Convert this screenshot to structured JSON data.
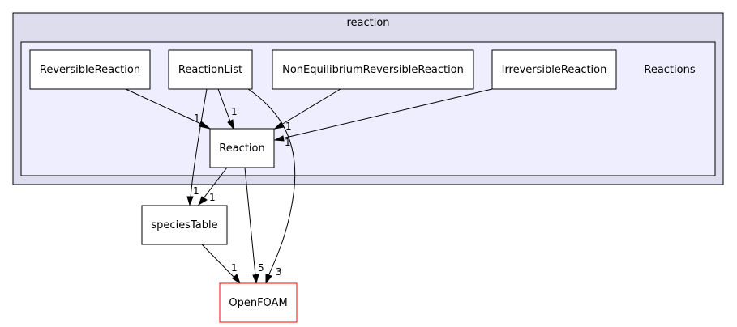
{
  "outer_cluster": {
    "label": "reaction",
    "fill": "#ddddee"
  },
  "inner_cluster": {
    "label": "Reactions",
    "fill": "#eeeeff"
  },
  "nodes": {
    "reversible": "ReversibleReaction",
    "reaction_list": "ReactionList",
    "non_equilibrium": "NonEquilibriumReversibleReaction",
    "irreversible": "IrreversibleReaction",
    "reaction": "Reaction",
    "species_table": "speciesTable",
    "openfoam": "OpenFOAM"
  },
  "edge_labels": {
    "reversible_to_reaction": "1",
    "list_to_reaction": "1",
    "nonequilibrium_to_reaction": "1",
    "irreversible_to_reaction": "1",
    "list_to_species": "1",
    "reaction_to_species": "1",
    "species_to_openfoam": "1",
    "reaction_to_openfoam": "5",
    "list_to_openfoam": "3"
  }
}
